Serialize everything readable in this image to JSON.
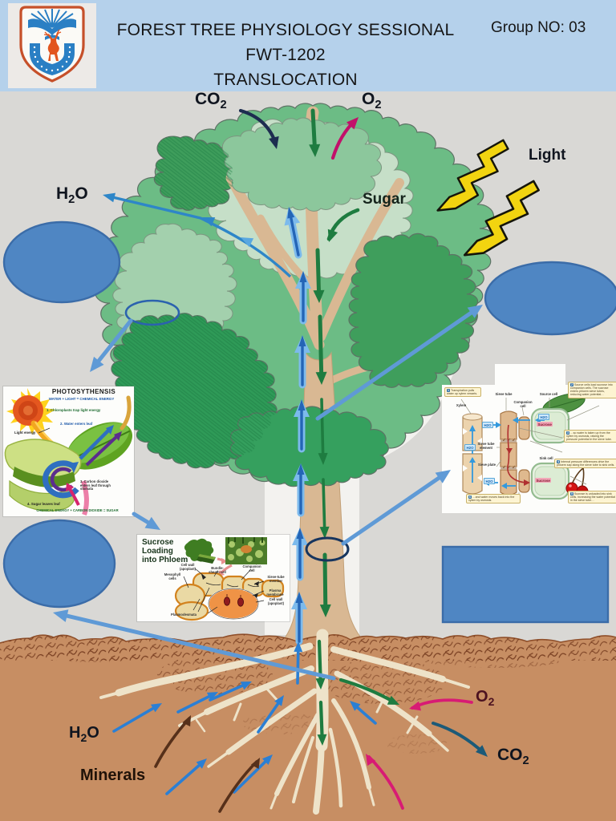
{
  "slide": {
    "header": {
      "title_line1": "FOREST TREE PHYSIOLOGY SESSIONAL",
      "title_line2": "FWT-1202",
      "title_line3": "TRANSLOCATION",
      "group": "Group NO: 03"
    },
    "tree_labels": {
      "co2_top": {
        "base": "CO",
        "sub": "2"
      },
      "o2_top": {
        "base": "O",
        "sub": "2"
      },
      "h2o_top": {
        "base": "H",
        "sub": "2",
        "post": "O"
      },
      "sugar": "Sugar",
      "light": "Light",
      "h2o_root": {
        "base": "H",
        "sub": "2",
        "post": "O"
      },
      "minerals": "Minerals",
      "o2_root": {
        "base": "O",
        "sub": "2"
      },
      "co2_root": {
        "base": "CO",
        "sub": "2"
      }
    },
    "photosynthesis_inset": {
      "title": "PHOTOSYTHENSIS",
      "equation_top": "WATER + LIGHT = CHEMICAL ENERGY",
      "step1": "1. Chloroplasts trap light energy",
      "step2": "2. Water enters leaf",
      "light_energy": "Light energy",
      "step3": "3. Carbon dioxide enters leaf through stomata",
      "step4": "4. Sugar leaves leaf",
      "equation_bottom": "CHEMICAL ENERGY + CARBON DIOXIDE = SUGAR"
    },
    "sucrose_inset": {
      "title": "Sucrose Loading into Phloem",
      "labels": [
        "Cell wall (apoplast)",
        "Bundle-sheath cell",
        "Companion cell",
        "Mesophyll cells",
        "Sieve-tube member",
        "Plasma membrane",
        "Cell wall (apoplast)",
        "Plasmodesmata"
      ]
    },
    "flow_inset": {
      "labels": {
        "xylem": "Xylem",
        "sieve_tube": "Sieve tube",
        "companion_cell": "Companion cell",
        "source_cell": "Source cell",
        "sieve_tube_element": "Sieve tube element",
        "sieve_plate": "Sieve plate",
        "sink_cell": "Sink cell",
        "h2o": "H2O",
        "sucrose": "Sucrose"
      },
      "steps": [
        {
          "n": "1",
          "text": "Transpiration pulls water up xylem vessels."
        },
        {
          "n": "2",
          "text": "Source cells load sucrose into companion cells. The sucrose enters phloem sieve tubes, reducing water potential…"
        },
        {
          "n": "3",
          "text": "…so water is taken up from the xylem by osmosis, raising the pressure potential in the sieve tube."
        },
        {
          "n": "4",
          "text": "Internal pressure differences drive the phloem sap along the sieve tube to sink cells."
        },
        {
          "n": "5",
          "text": "Sucrose is unloaded into sink cells, increasing the water potential in the sieve tube…"
        },
        {
          "n": "6",
          "text": "…and water moves back into the xylem by osmosis."
        }
      ]
    },
    "colors": {
      "header_bg": "#b5d1eb",
      "slide_bg": "#d9d8d5",
      "placeholder_fill": "#4f86c3",
      "placeholder_border": "#3b6ca8",
      "connector_blue": "#5f9ad6",
      "xylem_arrow_blue": "#2465b6",
      "phloem_arrow_green": "#1e7c40",
      "o2_magenta": "#c2106a",
      "co2_navy": "#1d2d50",
      "light_yellow": "#f2d410",
      "soil_brown": "#c78e63",
      "canopy_green": "#6cbc85"
    }
  }
}
